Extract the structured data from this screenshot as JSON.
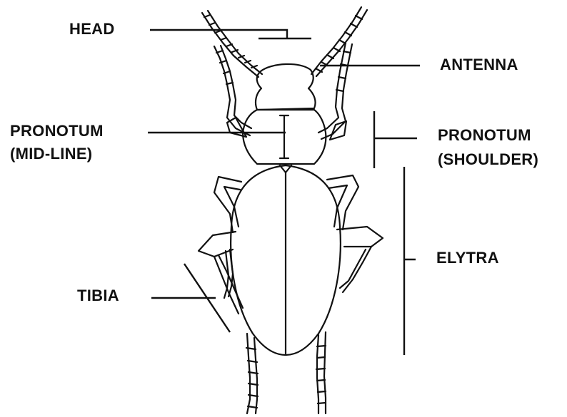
{
  "labels": {
    "head": "HEAD",
    "antenna": "ANTENNA",
    "pronotum_midline_1": "PRONOTUM",
    "pronotum_midline_2": "(MID-LINE)",
    "pronotum_shoulder_1": "PRONOTUM",
    "pronotum_shoulder_2": "(SHOULDER)",
    "elytra": "ELYTRA",
    "tibia": "TIBIA"
  },
  "colors": {
    "ink": "#111111",
    "paper": "#ffffff"
  }
}
